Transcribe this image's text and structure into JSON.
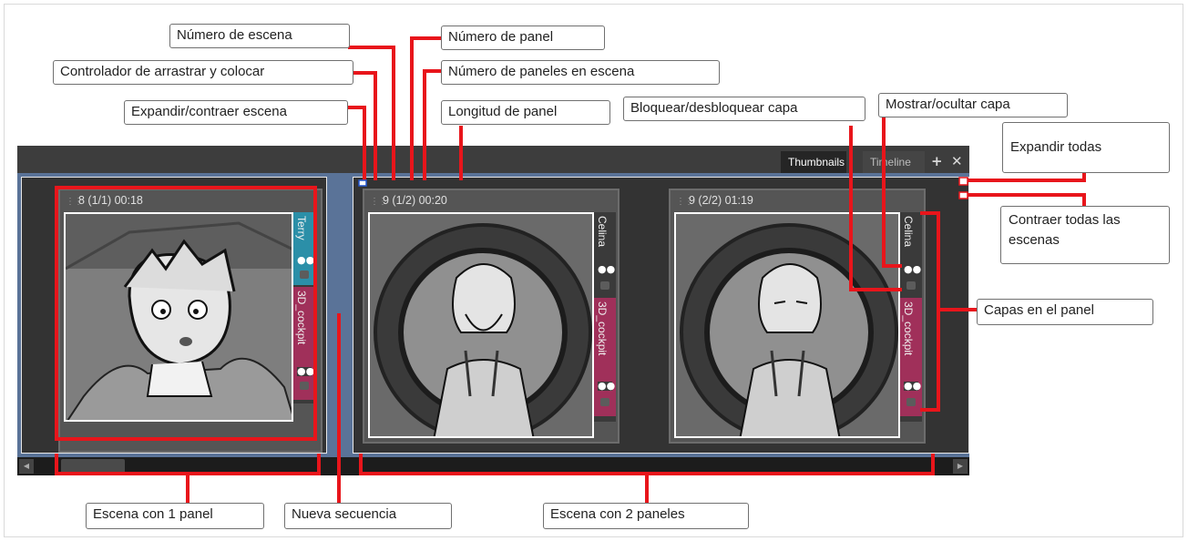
{
  "tabs": {
    "thumbnails": "Thumbnails",
    "timeline": "Timeline",
    "add_symbol": "+",
    "close_symbol": "✕"
  },
  "scenes": [
    {
      "panels": [
        {
          "header": "8 (1/1) 00:18",
          "layers": [
            {
              "name": "Terry",
              "color": "#2b8fa8"
            },
            {
              "name": "3D_cockpit",
              "color": "#a0305a"
            }
          ]
        }
      ]
    },
    {
      "panels": [
        {
          "header": "9 (1/2) 00:20",
          "layers": [
            {
              "name": "Celina",
              "color": "#3a3a3a"
            },
            {
              "name": "3D_cockpit",
              "color": "#a0305a"
            }
          ]
        },
        {
          "header": "9 (2/2) 01:19",
          "layers": [
            {
              "name": "Celina",
              "color": "#3a3a3a"
            },
            {
              "name": "3D_cockpit",
              "color": "#a0305a"
            }
          ]
        }
      ]
    }
  ],
  "callouts": {
    "scene_number": "Número de escena",
    "drag_drop": "Controlador de arrastrar y colocar",
    "expand_collapse": "Expandir/contraer escena",
    "panel_number": "Número de panel",
    "panels_in_scene": "Número de paneles en escena",
    "panel_length": "Longitud de panel",
    "lock_layer": "Bloquear/desbloquear capa",
    "show_hide_layer": "Mostrar/ocultar capa",
    "expand_all": "Expandir todas",
    "collapse_all": "Contraer todas las escenas",
    "layers_in_panel": "Capas en el panel",
    "scene_one_panel": "Escena con 1 panel",
    "new_sequence": "Nueva secuencia",
    "scene_two_panels": "Escena con 2 paneles"
  },
  "colors": {
    "annotation": "#e8151b",
    "workspace": "#5a7398",
    "accent_layer": "#a0305a",
    "teal_layer": "#2b8fa8"
  }
}
